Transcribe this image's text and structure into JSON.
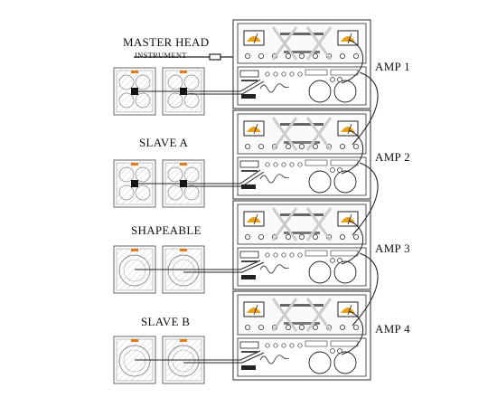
{
  "labels": {
    "master_head": "MASTER HEAD",
    "instrument": "INSTRUMENT",
    "slave_a": "SLAVE A",
    "shapeable": "SHAPEABLE",
    "slave_b": "SLAVE B",
    "amp1": "AMP 1",
    "amp2": "AMP 2",
    "amp3": "AMP 3",
    "amp4": "AMP 4"
  },
  "amps": [
    {
      "name": "AMP 1",
      "cabinet_style": "black-center"
    },
    {
      "name": "AMP 2",
      "cabinet_style": "black-center"
    },
    {
      "name": "AMP 3",
      "cabinet_style": "round-grille"
    },
    {
      "name": "AMP 4",
      "cabinet_style": "round-grille"
    }
  ],
  "colors": {
    "line": "#2a2a2a",
    "vu_meter": "#e6a21a",
    "cabinet_badge": "#e07a1a",
    "panel_fill": "#fafafa"
  }
}
